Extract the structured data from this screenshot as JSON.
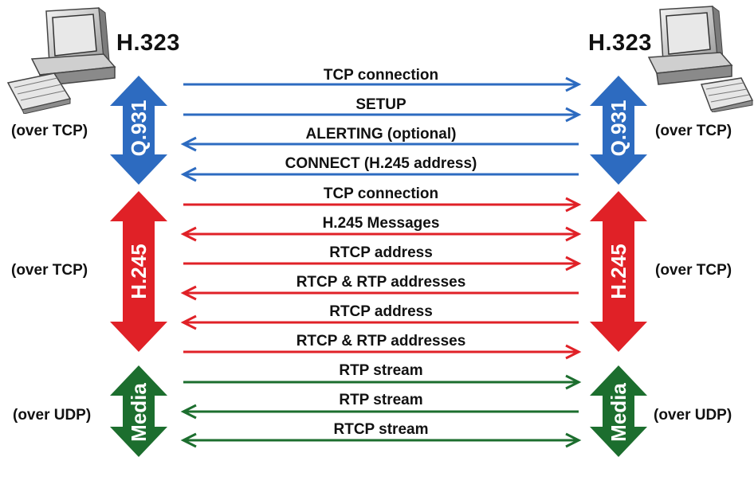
{
  "hosts": {
    "left": {
      "title": "H.323"
    },
    "right": {
      "title": "H.323"
    }
  },
  "colors": {
    "q931": "#2d6bc0",
    "h245": "#e02127",
    "media": "#1c6e2e",
    "text": "#111111"
  },
  "sections": [
    {
      "id": "q931",
      "label": "Q.931",
      "transport": "(over TCP)",
      "color": "#2d6bc0"
    },
    {
      "id": "h245",
      "label": "H.245",
      "transport": "(over TCP)",
      "color": "#e02127"
    },
    {
      "id": "media",
      "label": "Media",
      "transport": "(over UDP)",
      "color": "#1c6e2e"
    }
  ],
  "messages": [
    {
      "label": "TCP connection",
      "direction": "right",
      "section": "q931"
    },
    {
      "label": "SETUP",
      "direction": "right",
      "section": "q931"
    },
    {
      "label": "ALERTING (optional)",
      "direction": "left",
      "section": "q931"
    },
    {
      "label": "CONNECT (H.245 address)",
      "direction": "left",
      "section": "q931"
    },
    {
      "label": "TCP connection",
      "direction": "right",
      "section": "h245"
    },
    {
      "label": "H.245 Messages",
      "direction": "both",
      "section": "h245"
    },
    {
      "label": "RTCP address",
      "direction": "right",
      "section": "h245"
    },
    {
      "label": "RTCP & RTP addresses",
      "direction": "left",
      "section": "h245"
    },
    {
      "label": "RTCP address",
      "direction": "left",
      "section": "h245"
    },
    {
      "label": "RTCP & RTP addresses",
      "direction": "right",
      "section": "h245"
    },
    {
      "label": "RTP stream",
      "direction": "right",
      "section": "media"
    },
    {
      "label": "RTP stream",
      "direction": "left",
      "section": "media"
    },
    {
      "label": "RTCP stream",
      "direction": "both",
      "section": "media"
    }
  ]
}
